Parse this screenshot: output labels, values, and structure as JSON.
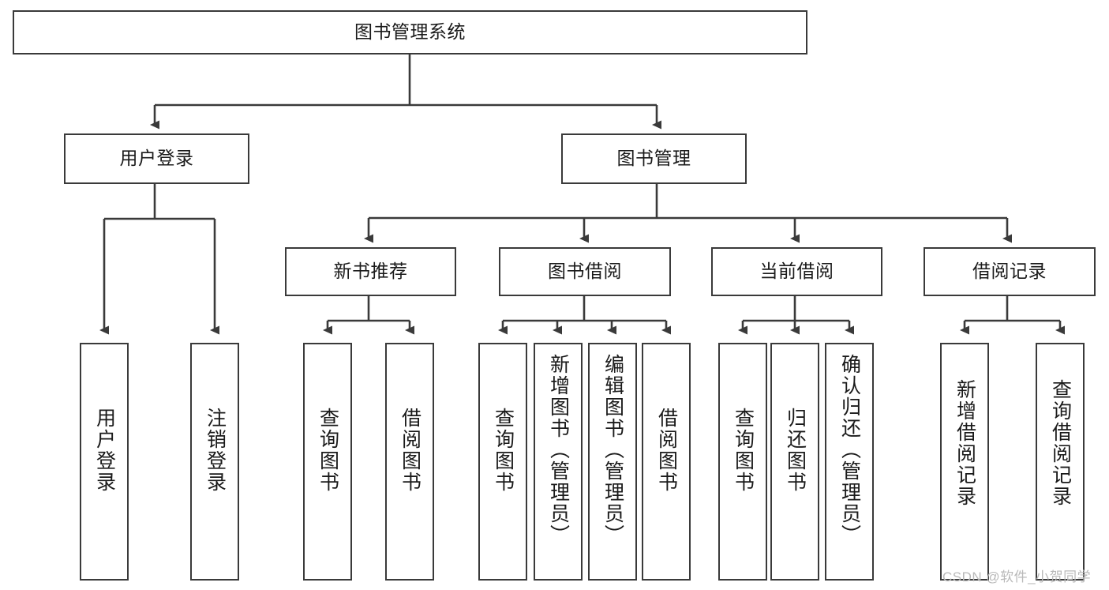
{
  "diagram": {
    "type": "tree",
    "title": "图书管理系统",
    "watermark": "CSDN @软件_小贺同学",
    "colors": {
      "box_border": "#3a3a3a",
      "box_fill": "#ffffff",
      "connector": "#3a3a3a",
      "text": "#1a1a1a",
      "watermark": "#b9b9b9"
    },
    "levels": {
      "root": {
        "label": "图书管理系统"
      },
      "level2": [
        {
          "id": "user-login",
          "label": "用户登录"
        },
        {
          "id": "book-manage",
          "label": "图书管理"
        }
      ],
      "level3": [
        {
          "id": "new-book-recommend",
          "label": "新书推荐"
        },
        {
          "id": "book-borrow",
          "label": "图书借阅"
        },
        {
          "id": "current-borrow",
          "label": "当前借阅"
        },
        {
          "id": "borrow-record",
          "label": "借阅记录"
        }
      ],
      "leaves": {
        "user-login": [
          {
            "id": "leaf-user-login",
            "label": "用户登录"
          },
          {
            "id": "leaf-logout-login",
            "label": "注销登录"
          }
        ],
        "new-book-recommend": [
          {
            "id": "leaf-query-book-1",
            "label": "查询图书"
          },
          {
            "id": "leaf-borrow-book-1",
            "label": "借阅图书"
          }
        ],
        "book-borrow": [
          {
            "id": "leaf-query-book-2",
            "label": "查询图书"
          },
          {
            "id": "leaf-add-book-admin",
            "label": "新增图书（管理员）"
          },
          {
            "id": "leaf-edit-book-admin",
            "label": "编辑图书（管理员）"
          },
          {
            "id": "leaf-borrow-book-2",
            "label": "借阅图书"
          }
        ],
        "current-borrow": [
          {
            "id": "leaf-query-book-3",
            "label": "查询图书"
          },
          {
            "id": "leaf-return-book",
            "label": "归还图书"
          },
          {
            "id": "leaf-confirm-return-admin",
            "label": "确认归还（管理员）"
          }
        ],
        "borrow-record": [
          {
            "id": "leaf-add-borrow-record",
            "label": "新增借阅记录"
          },
          {
            "id": "leaf-query-borrow-record",
            "label": "查询借阅记录"
          }
        ]
      }
    }
  }
}
